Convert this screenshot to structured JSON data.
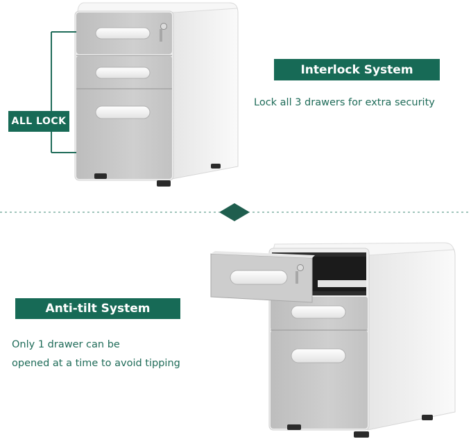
{
  "top_section": {
    "badge_label": "Interlock System",
    "caption": "Lock all 3 drawers for extra security",
    "side_label": "ALL LOCK"
  },
  "bottom_section": {
    "badge_label": "Anti-tilt System",
    "caption_line1": "Only 1 drawer can be",
    "caption_line2": "opened at a time to avoid tipping"
  },
  "colors": {
    "brand_green": "#176a56",
    "text_green": "#1e6b58",
    "cabinet_white": "#f4f4f4",
    "drawer_gray": "#c9c9c9"
  }
}
